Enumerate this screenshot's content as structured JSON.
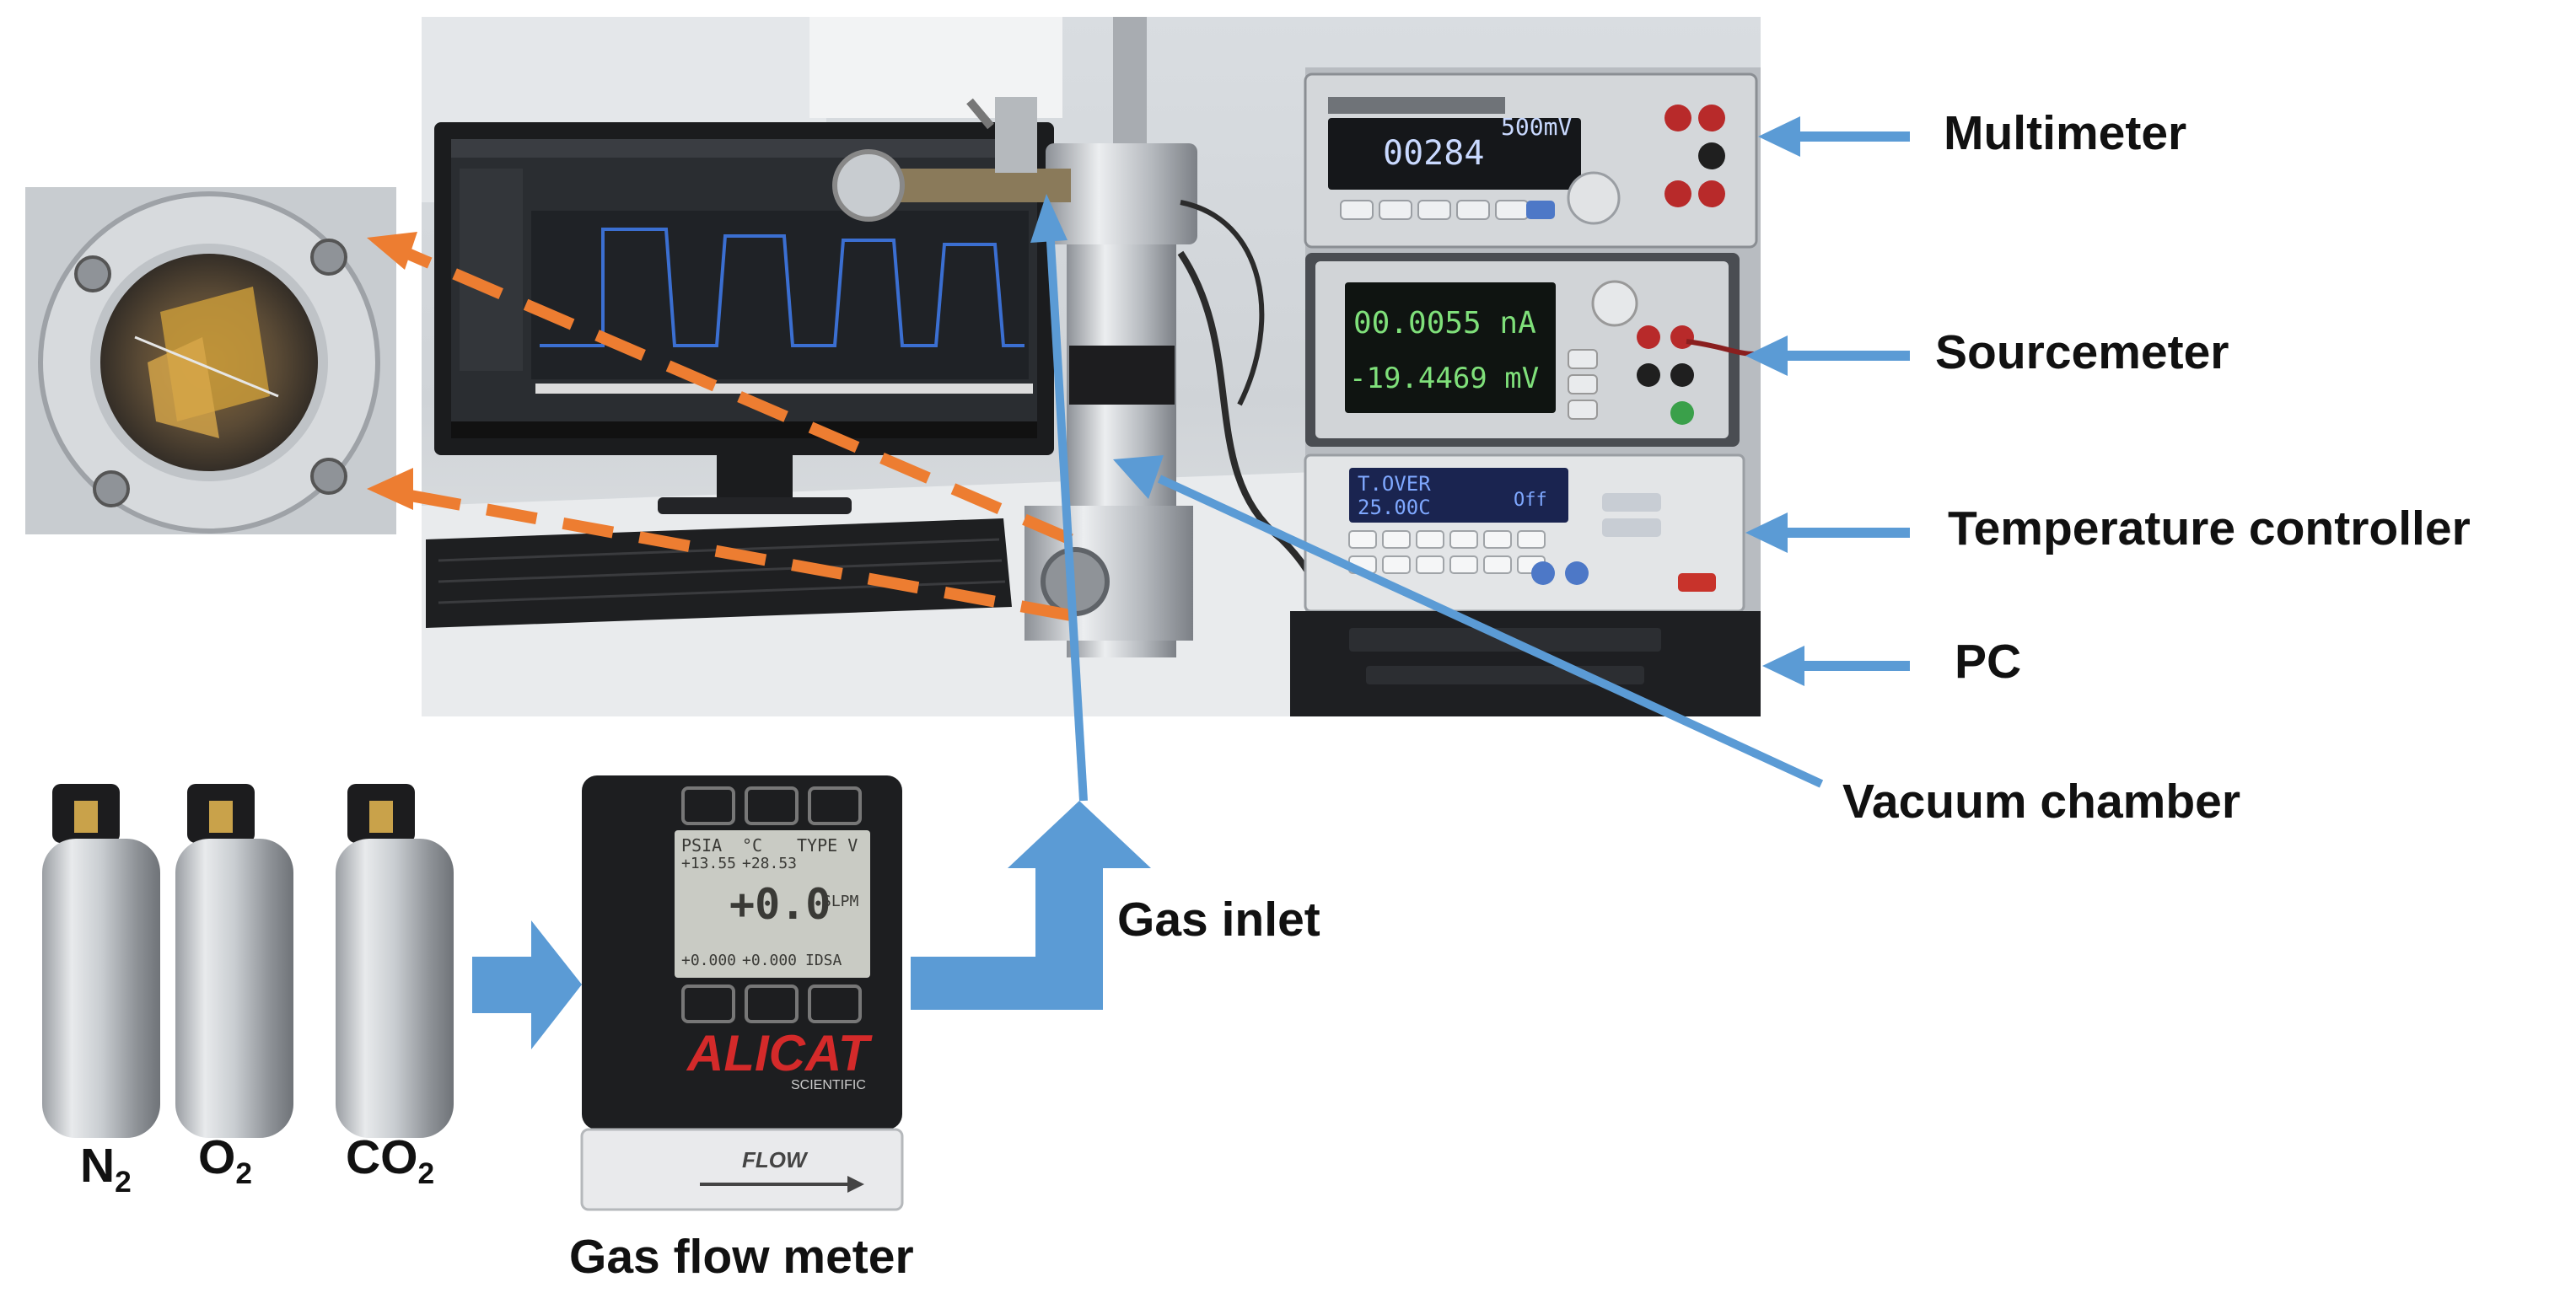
{
  "labels": {
    "multimeter": "Multimeter",
    "sourcemeter": "Sourcemeter",
    "temperature_controller": "Temperature controller",
    "pc": "PC",
    "vacuum_chamber": "Vacuum chamber",
    "gas_inlet": "Gas inlet",
    "gas_flow_meter": "Gas flow meter"
  },
  "cylinders": [
    {
      "base": "N",
      "sub": "2"
    },
    {
      "base": "O",
      "sub": "2"
    },
    {
      "base": "CO",
      "sub": "2"
    }
  ],
  "instrument_readouts": {
    "multimeter_main": "00284",
    "multimeter_range": "500mV",
    "sourcemeter_current": "00.0055 nA",
    "sourcemeter_voltage": "-19.4469 mV",
    "temp_line1": "T.OVER",
    "temp_line2": "25.00C",
    "temp_status": "Off"
  },
  "flow_meter": {
    "top_left": "PSIA",
    "top_mid": "°C",
    "top_right": "TYPE V",
    "top_left_val": "+13.55",
    "top_mid_val": "+28.53",
    "main_value": "+0.0",
    "main_unit": "SLPM",
    "bottom_left": "+0.000",
    "bottom_mid": "+0.000",
    "bottom_right": "IDSA",
    "brand": "ALICAT",
    "brand_sub": "SCIENTIFIC",
    "flow_label": "FLOW"
  },
  "colors": {
    "arrow_blue": "#5b9bd5",
    "dashed_orange": "#ed7d31",
    "label_text": "#111111"
  }
}
